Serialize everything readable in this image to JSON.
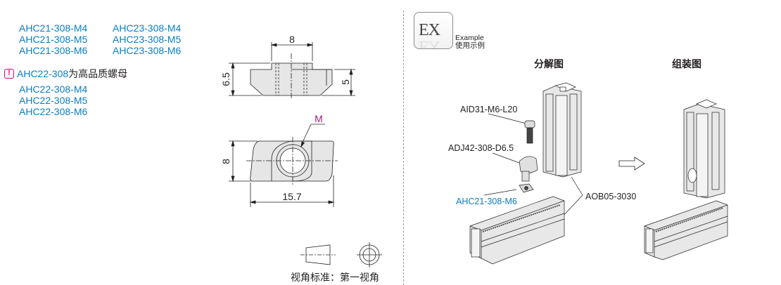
{
  "parts": {
    "col1": [
      "AHC21-308-M4",
      "AHC21-308-M5",
      "AHC21-308-M6"
    ],
    "col2": [
      "AHC23-308-M4",
      "AHC23-308-M5",
      "AHC23-308-M6"
    ],
    "notice": {
      "icon": "exclamation-icon",
      "code": "AHC22-308",
      "text": "为高品质螺母"
    },
    "col3": [
      "AHC22-308-M4",
      "AHC22-308-M5",
      "AHC22-308-M6"
    ]
  },
  "drawing": {
    "side_view": {
      "width_label": "8",
      "height_label": "6.5",
      "step_label": "5"
    },
    "top_view": {
      "thread_label": "M",
      "height_label": "8",
      "length_label": "15.7"
    },
    "projection": {
      "label": "视角标准：第一视角"
    }
  },
  "example": {
    "badge": "EX",
    "title_en": "Example",
    "title_cn": "使用示例",
    "exploded_heading": "分解图",
    "assembled_heading": "组装图",
    "callouts": {
      "bolt": "AID31-M6-L20",
      "adjuster": "ADJ42-308-D6.5",
      "nut": "AHC21-308-M6",
      "profile": "AOB05-3030"
    }
  },
  "colors": {
    "part_blue": "#0a7ec2",
    "warn_magenta": "#e4007f",
    "label_purple": "#9b1d7e",
    "fill_gray": "#e6e6e6"
  }
}
